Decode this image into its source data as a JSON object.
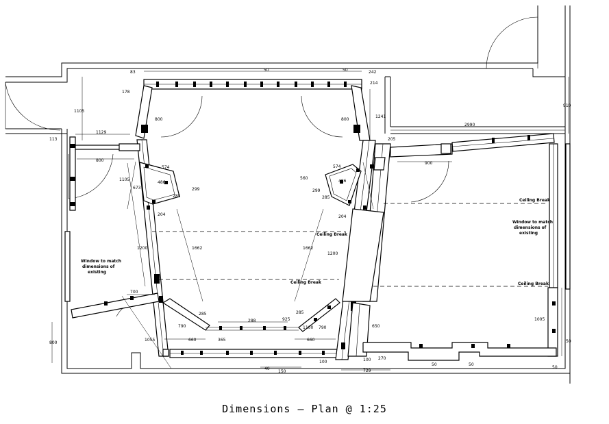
{
  "caption": "Dimensions — Plan @ 1:25",
  "notes": {
    "window_left": [
      "Window to match",
      "dimensions of",
      "existing"
    ],
    "window_right": [
      "Window to match",
      "dimensions of",
      "existing"
    ],
    "ceiling_break_right_top": "Ceiling Break",
    "ceiling_break_right_bottom": "Ceiling Break",
    "ceiling_break_center_upper": "Ceiling Break",
    "ceiling_break_center_lower": "Ceiling Break"
  },
  "dimensions": {
    "d50_top": "50",
    "d83": "83",
    "d178": "178",
    "d50_tr": "50",
    "d242": "242",
    "d214": "214",
    "d1105_top": "1105",
    "d910": "910",
    "d800_door_l": "800",
    "d800_door_r": "800",
    "d1241": "1241",
    "d113": "113",
    "d1129": "1129",
    "d2990": "2990",
    "d205": "205",
    "d800_left_win": "800",
    "d900": "900",
    "d1105_left": "1105",
    "d574_l": "574",
    "d486_l": "486",
    "d673": "673",
    "d299_l": "299",
    "d285_l": "285",
    "d204_l": "204",
    "d560": "560",
    "d574_r": "574",
    "d486_r": "486",
    "d299_r": "299",
    "d285_r": "285",
    "d204_r": "204",
    "d1200_l": "1200",
    "d1662_l": "1662",
    "d1662_r": "1662",
    "d1200_r": "1200",
    "d700": "700",
    "d285_bl": "285",
    "d790_l": "790",
    "d660_l": "660",
    "d365": "365",
    "d288": "288",
    "d925": "925",
    "d285_br": "285",
    "d1100": "1100",
    "d790_r": "790",
    "d660_r": "660",
    "d650": "650",
    "d1005": "1005",
    "d1055": "1055",
    "d800_bl": "800",
    "d40": "40",
    "d150": "150",
    "d100_a": "100",
    "d100_b": "100",
    "d270": "270",
    "d729": "729",
    "d50_b1": "50",
    "d50_b2": "50",
    "d50_b3": "50",
    "d50_b4": "50"
  }
}
